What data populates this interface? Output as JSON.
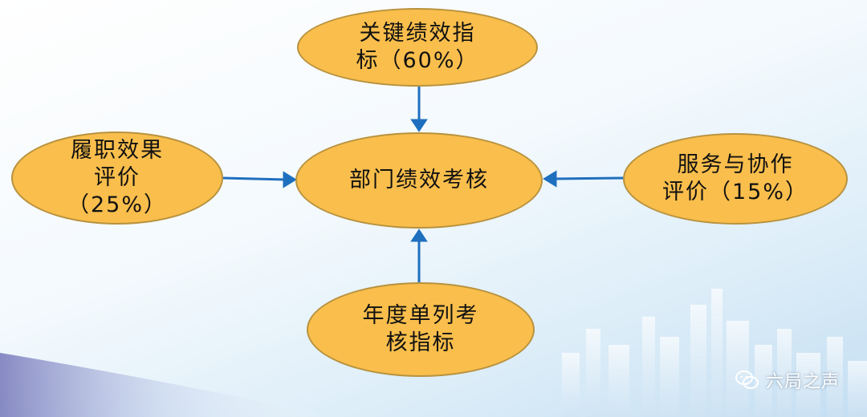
{
  "diagram": {
    "center": "部门绩效考核",
    "top": "关键绩效指\n标（60%）",
    "left": "履职效果\n评价\n（25%）",
    "right": "服务与协作\n评价（15%）",
    "bottom": "年度单列考\n核指标"
  },
  "watermark": {
    "icon": "wechat-icon",
    "text": "六局之声"
  },
  "colors": {
    "node_fill": "#f9be4c",
    "node_border": "#b8923e",
    "arrow": "#1f6fbf"
  }
}
